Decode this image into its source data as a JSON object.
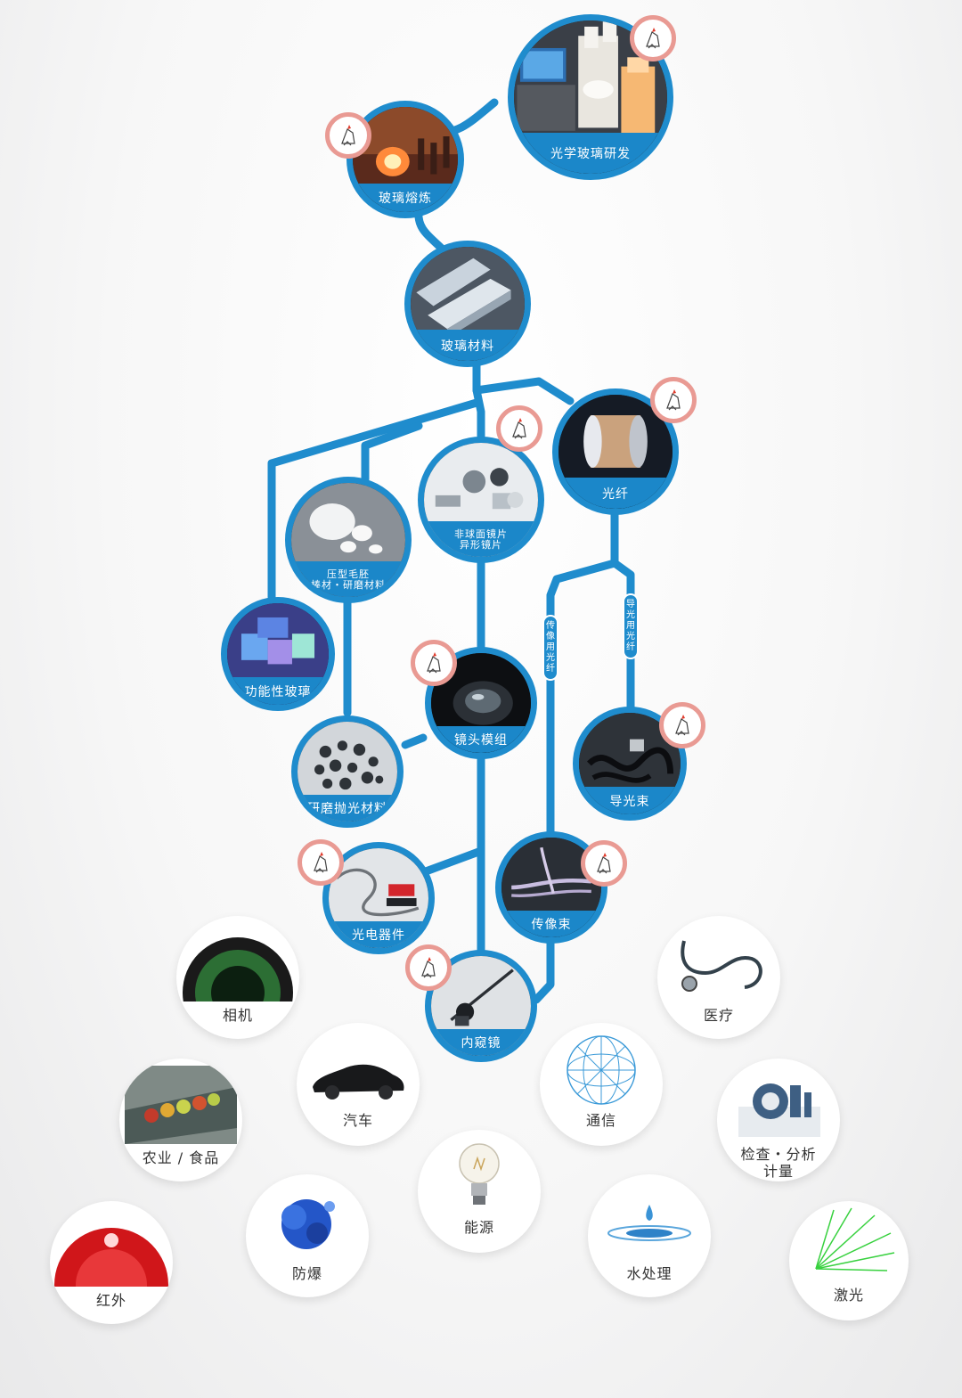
{
  "flow_nodes": {
    "optical_glass_rd": "光学玻璃研发",
    "glass_melting": "玻璃熔炼",
    "glass_material": "玻璃材料",
    "optical_fiber": "光纤",
    "aspheric_lens_line1": "非球面镜片",
    "aspheric_lens_line2": "异形镜片",
    "press_blank_line1": "压型毛胚",
    "press_blank_line2": "棒材・研磨材料",
    "functional_glass": "功能性玻璃",
    "lens_module": "镜头模组",
    "polishing_material": "研磨抛光材料",
    "light_guide_bundle": "导光束",
    "optoelectronic_device": "光电器件",
    "image_bundle": "传像束",
    "endoscope": "内窥镜"
  },
  "branch_labels": {
    "image_fiber": "传像用光纤",
    "light_guide_fiber": "导光用光纤"
  },
  "applications": {
    "camera": "相机",
    "medical": "医疗",
    "automotive": "汽车",
    "telecom": "通信",
    "agri_food": "农业 / 食品",
    "inspection_line1": "检查・分析",
    "inspection_line2": "计量",
    "energy": "能源",
    "infrared": "红外",
    "explosion_proof": "防爆",
    "water_treatment": "水处理",
    "laser": "激光"
  },
  "colors": {
    "flow_blue": "#1f8ccd",
    "caption_blue": "#1b87c9",
    "badge_ring": "#e99a93",
    "text_dark": "#333333"
  },
  "icons": {
    "badge": "rooster-mascot-icon"
  }
}
